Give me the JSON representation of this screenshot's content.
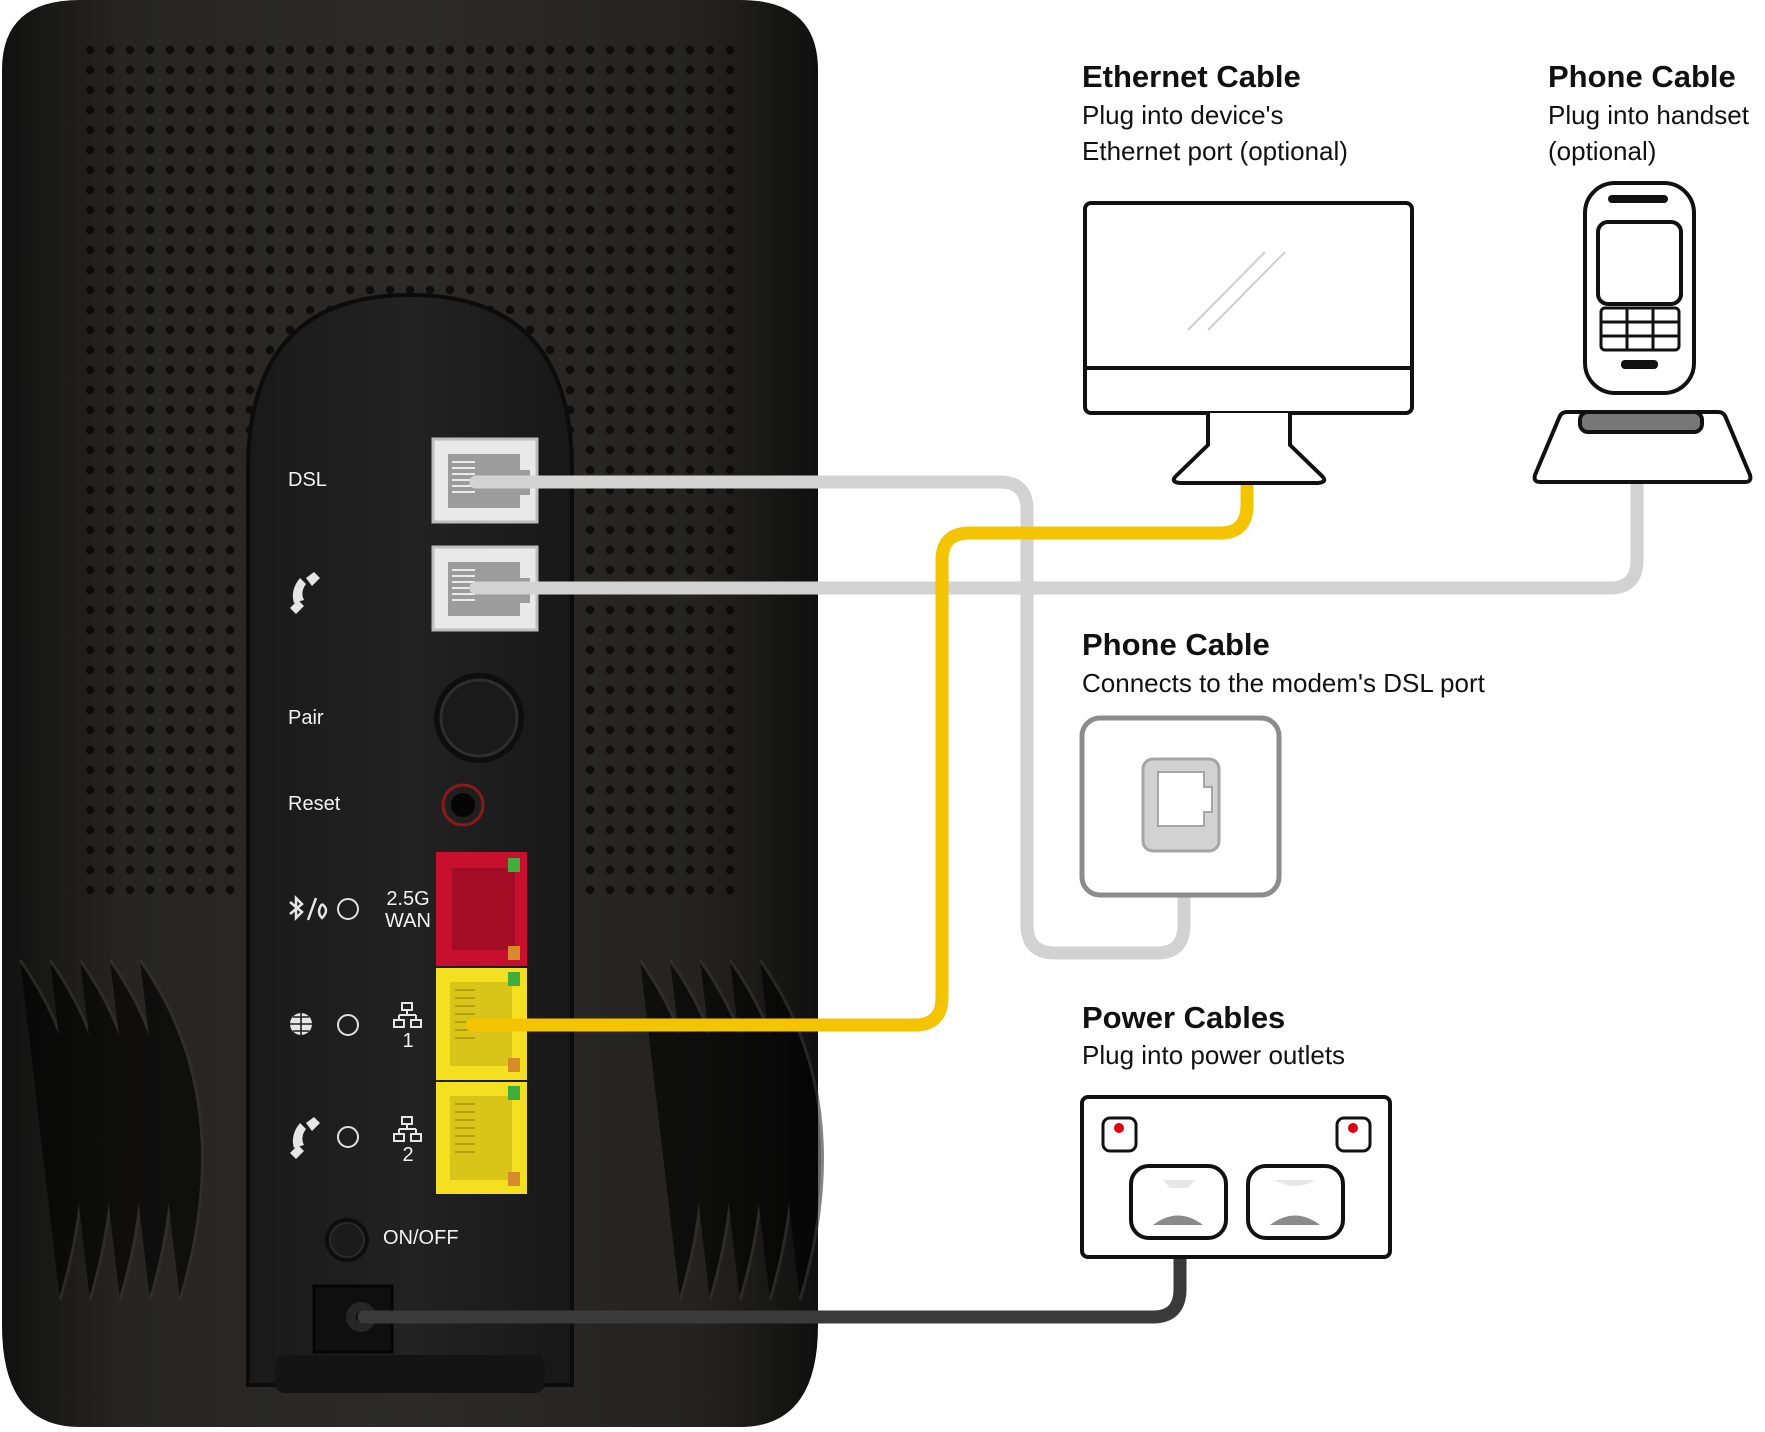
{
  "callouts": {
    "ethernet": {
      "title": "Ethernet Cable",
      "line1": "Plug into device's",
      "line2": "Ethernet port (optional)"
    },
    "phone_handset": {
      "title": "Phone Cable",
      "line1": "Plug into handset",
      "line2": "(optional)"
    },
    "phone_dsl": {
      "title": "Phone Cable",
      "line1": "Connects to the modem's DSL port"
    },
    "power": {
      "title": "Power Cables",
      "line1": "Plug into power outlets"
    }
  },
  "modem_labels": {
    "dsl": "DSL",
    "pair": "Pair",
    "reset": "Reset",
    "wan_line1": "2.5G",
    "wan_line2": "WAN",
    "lan1": "1",
    "lan2": "2",
    "onoff": "ON/OFF"
  },
  "colors": {
    "ethernet_cable": "#f5c400",
    "phone_cable": "#d2d2d2",
    "power_cable": "#3a3a3a",
    "wan_port": "#c8102e",
    "lan_port": "#f4e020",
    "modem_body": "#1c1b1a"
  },
  "icons": [
    "phone-icon",
    "bluetooth-wps-icon",
    "globe-icon",
    "network-icon",
    "monitor-icon",
    "cordless-phone-icon",
    "wall-socket-icon",
    "power-outlet-icon"
  ]
}
